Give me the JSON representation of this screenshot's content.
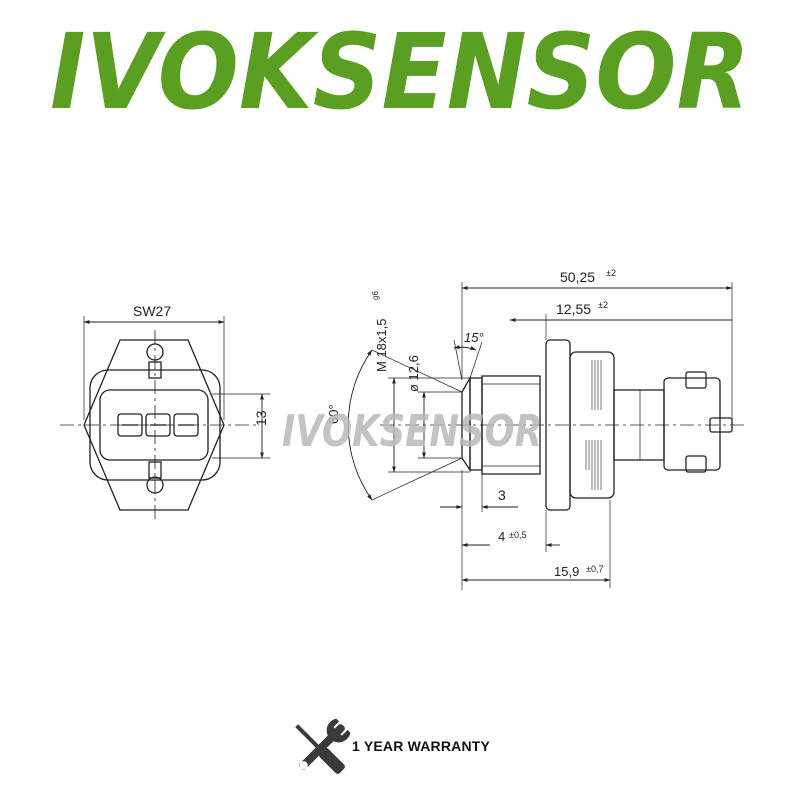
{
  "brand": {
    "name": "IVOKSENSOR",
    "color": "#5a9e22",
    "watermark": "IVOKSENSOR",
    "watermark_color": "#b8b8b8"
  },
  "front_view": {
    "sw_label": "SW27",
    "height_label": "13"
  },
  "side_view": {
    "overall_length": "50,25",
    "overall_length_tol": "±2",
    "connector_length": "12,55",
    "connector_length_tol": "±2",
    "thread": "M 18x1,5",
    "thread_tol": "g6",
    "diameter": "ø 12,6",
    "angle_small": "15°",
    "angle_large": "60°",
    "dim_3": "3",
    "dim_4": "4",
    "dim_4_tol": "±0,5",
    "dim_159": "15,9",
    "dim_159_tol": "±0,7"
  },
  "warranty": {
    "text": "1 YEAR WARRANTY",
    "icon": "wrench-screwdriver-icon"
  }
}
